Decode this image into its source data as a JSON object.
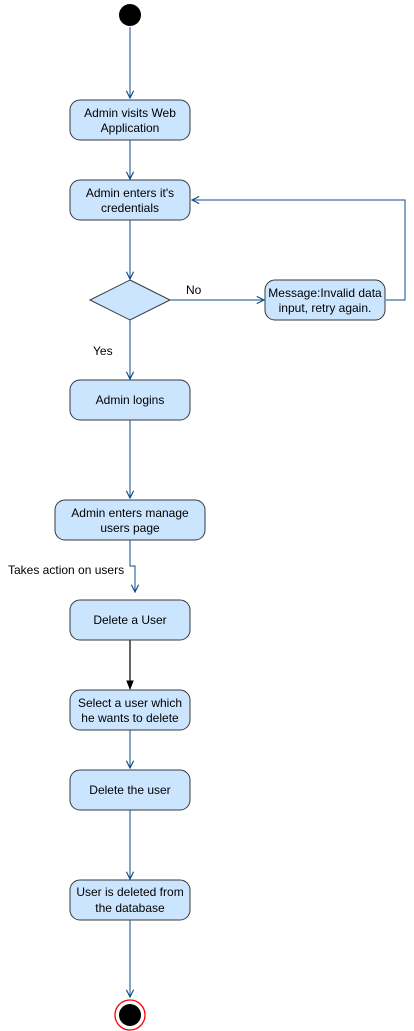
{
  "colors": {
    "node_fill": "#cce5ff",
    "node_stroke": "#36393d",
    "edge": "#0b4e8c",
    "edge_dark": "#000000",
    "start": "#000000",
    "end_ring": "#ff0000"
  },
  "nodes": {
    "visit": [
      "Admin visits Web",
      "Application"
    ],
    "credentials": [
      "Admin enters it's",
      "credentials"
    ],
    "message": [
      "Message:Invalid data",
      "input, retry again."
    ],
    "logins": [
      "Admin logins"
    ],
    "manage": [
      "Admin enters manage",
      "users page"
    ],
    "delete_user": [
      "Delete a User"
    ],
    "select": [
      "Select a user which",
      "he wants to delete"
    ],
    "delete_the": [
      "Delete the user"
    ],
    "deleted": [
      "User is deleted from",
      "the database"
    ]
  },
  "labels": {
    "no": "No",
    "yes": "Yes",
    "takes_action": "Takes action on users"
  }
}
